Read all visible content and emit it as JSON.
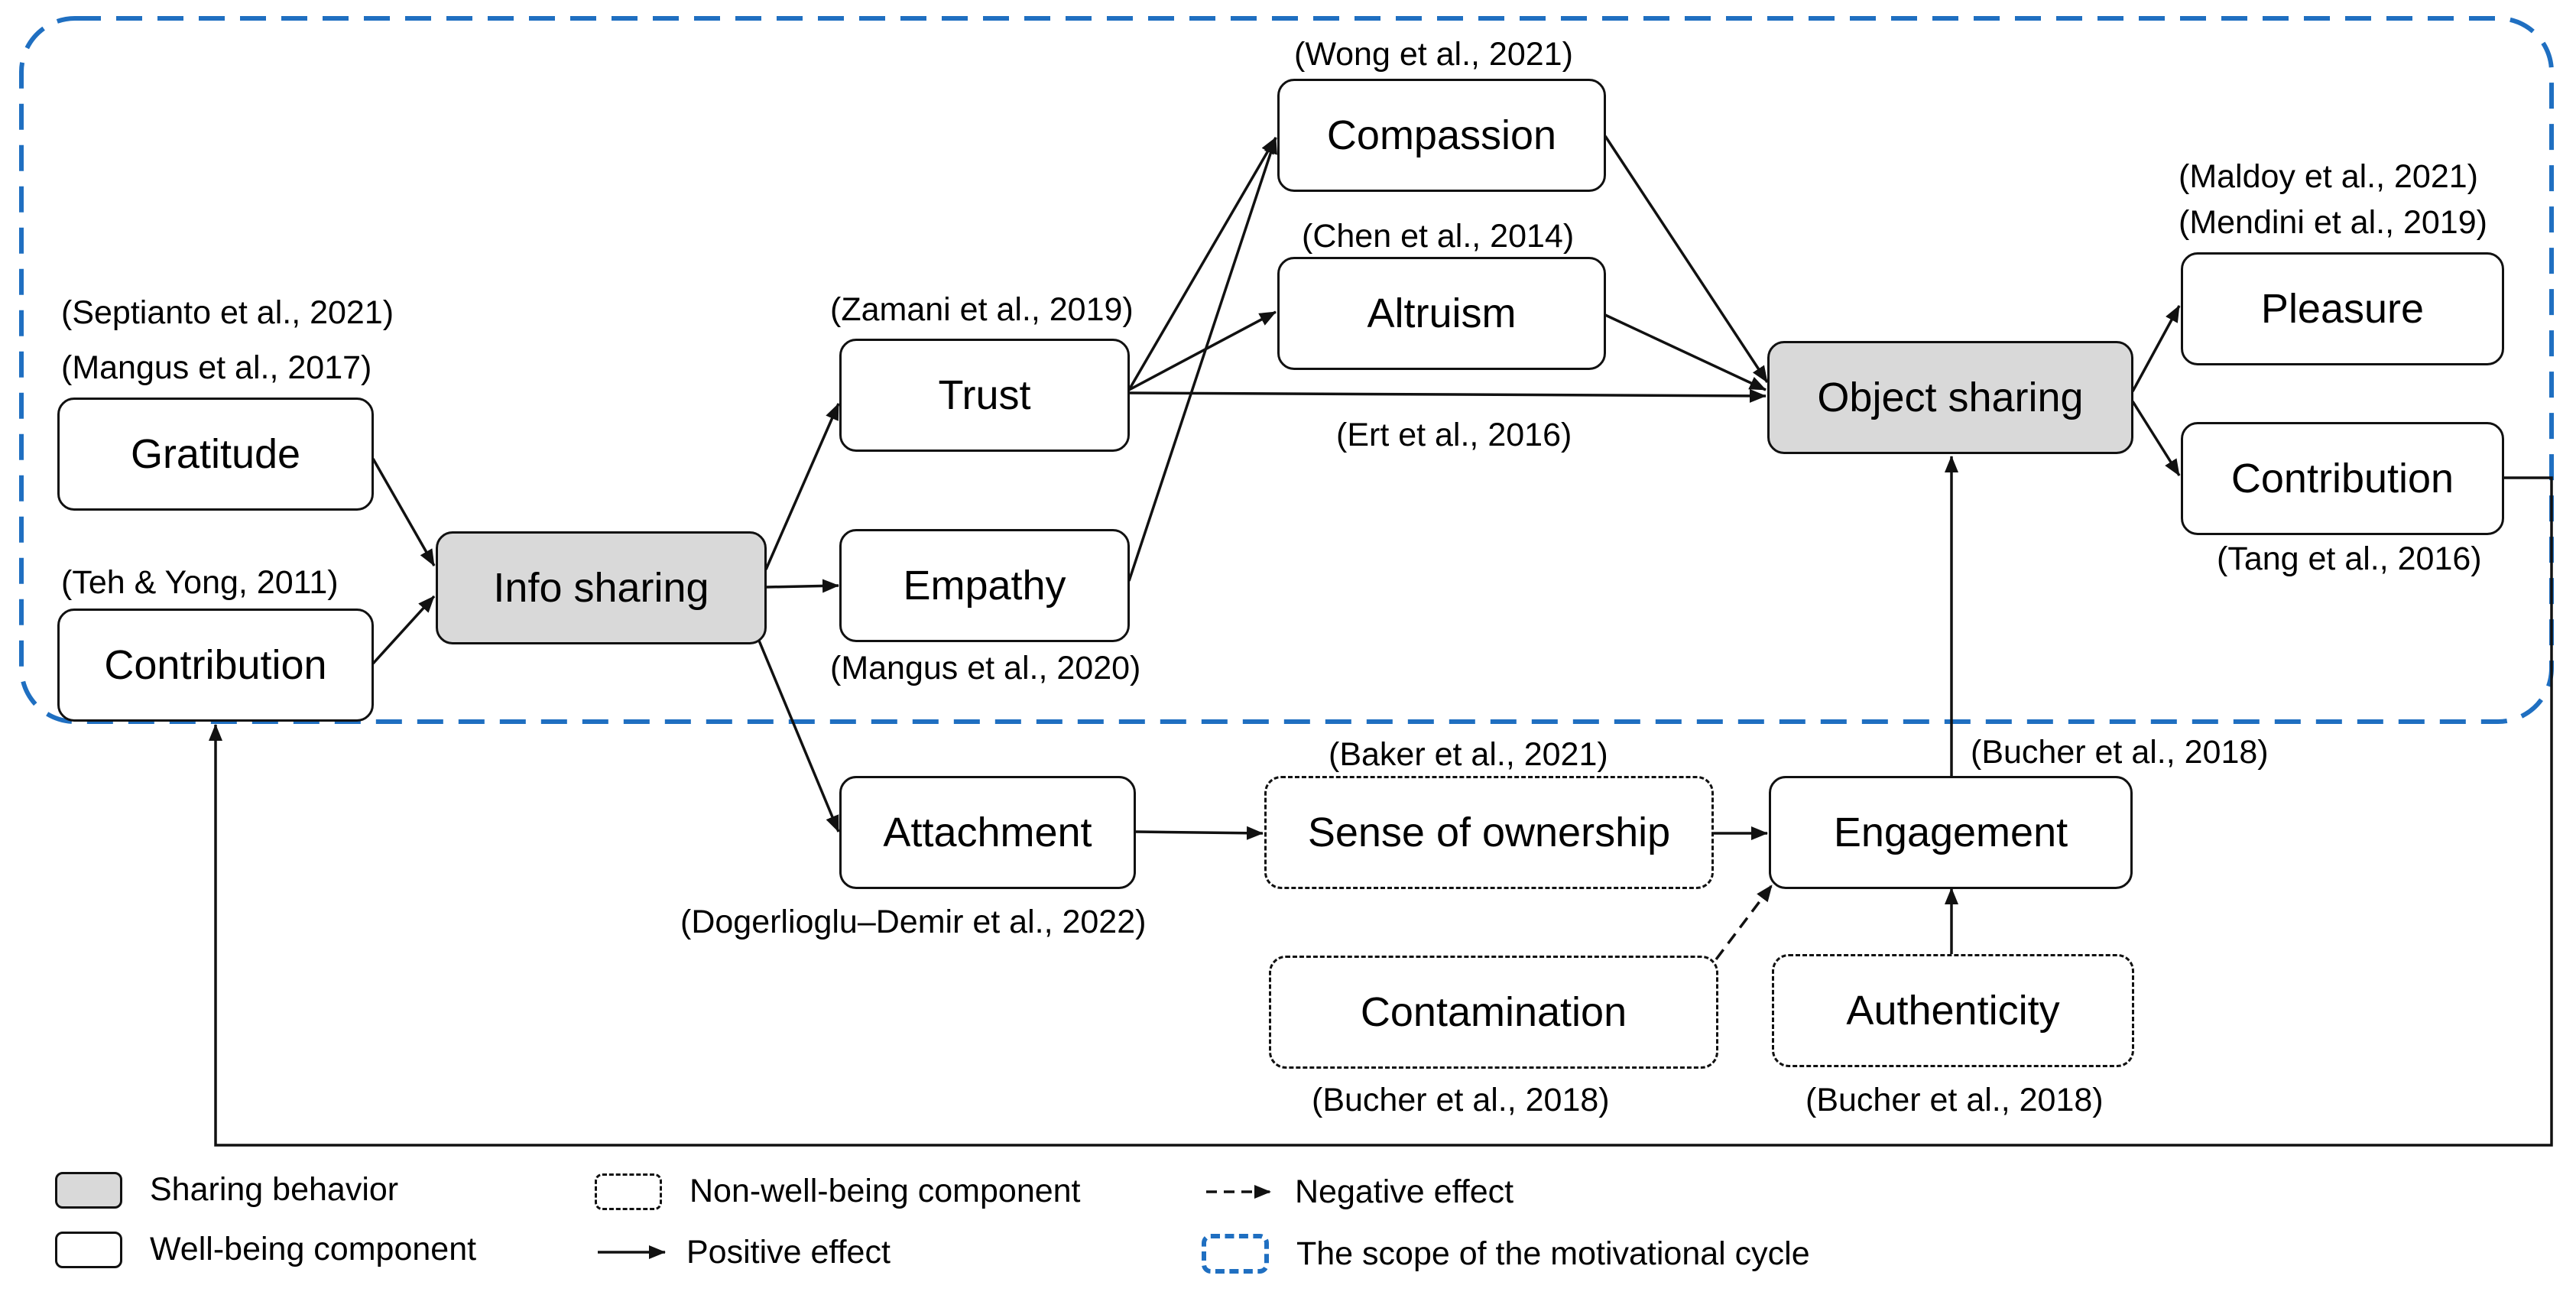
{
  "colors": {
    "scope": "#1f6fc1",
    "shaded": "#d9d9d9",
    "line": "#111111"
  },
  "nodes": {
    "gratitude": "Gratitude",
    "contribution_left": "Contribution",
    "info_sharing": "Info sharing",
    "trust": "Trust",
    "empathy": "Empathy",
    "compassion": "Compassion",
    "altruism": "Altruism",
    "object_sharing": "Object sharing",
    "pleasure": "Pleasure",
    "contribution_right": "Contribution",
    "attachment": "Attachment",
    "sense_of_ownership": "Sense of ownership",
    "engagement": "Engagement",
    "contamination": "Contamination",
    "authenticity": "Authenticity"
  },
  "citations": {
    "septianto": "(Septianto et al., 2021)",
    "mangus2017": "(Mangus et al., 2017)",
    "teh_yong": "(Teh & Yong, 2011)",
    "zamani": "(Zamani et al., 2019)",
    "mangus2020": "(Mangus et al., 2020)",
    "wong": "(Wong et al., 2021)",
    "chen": "(Chen et al., 2014)",
    "ert": "(Ert et al., 2016)",
    "maldoy": "(Maldoy et al., 2021)",
    "mendini": "(Mendini et al., 2019)",
    "tang": "(Tang et al., 2016)",
    "dogerlioglu": "(Dogerlioglu–Demir et al., 2022)",
    "baker": "(Baker et al., 2021)",
    "bucher_engagement": "(Bucher et al., 2018)",
    "bucher_contamination": "(Bucher et al., 2018)",
    "bucher_authenticity": "(Bucher et al., 2018)"
  },
  "legend": {
    "sharing_behavior": "Sharing behavior",
    "well_being": "Well-being component",
    "non_well_being": "Non-well-being component",
    "positive_effect": "Positive effect",
    "negative_effect": "Negative effect",
    "scope": "The scope of the motivational cycle"
  }
}
